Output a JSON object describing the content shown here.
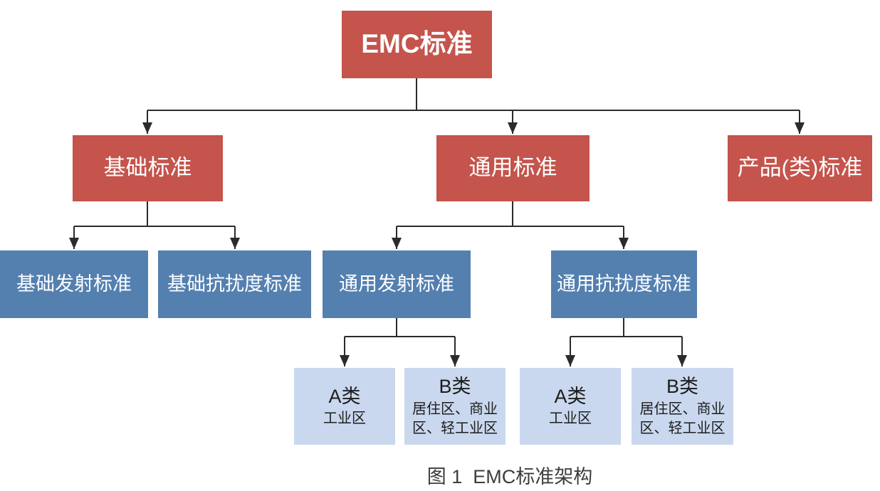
{
  "figure": {
    "caption": "图 1  EMC标准架构"
  },
  "colors": {
    "level1_red": "#c4544c",
    "level2_blue": "#5480b0",
    "level3_light_blue": "#c9d8ee",
    "connector": "#2b2b2b",
    "background": "#ffffff"
  },
  "nodes": {
    "root": {
      "label": "EMC标准"
    },
    "basic": {
      "label": "基础标准"
    },
    "generic": {
      "label": "通用标准"
    },
    "product": {
      "label": "产品(类)标准"
    },
    "basic_emission": {
      "label": "基础发射标准"
    },
    "basic_immunity": {
      "label": "基础抗扰度标准"
    },
    "generic_emission": {
      "label": "通用发射标准"
    },
    "generic_immunity": {
      "label": "通用抗扰度标准"
    },
    "emission_class_a": {
      "title": "A类",
      "subtitle": "工业区"
    },
    "emission_class_b": {
      "title": "B类",
      "subtitle": "居住区、商业区、轻工业区"
    },
    "immunity_class_a": {
      "title": "A类",
      "subtitle": "工业区"
    },
    "immunity_class_b": {
      "title": "B类",
      "subtitle": "居住区、商业区、轻工业区"
    }
  }
}
